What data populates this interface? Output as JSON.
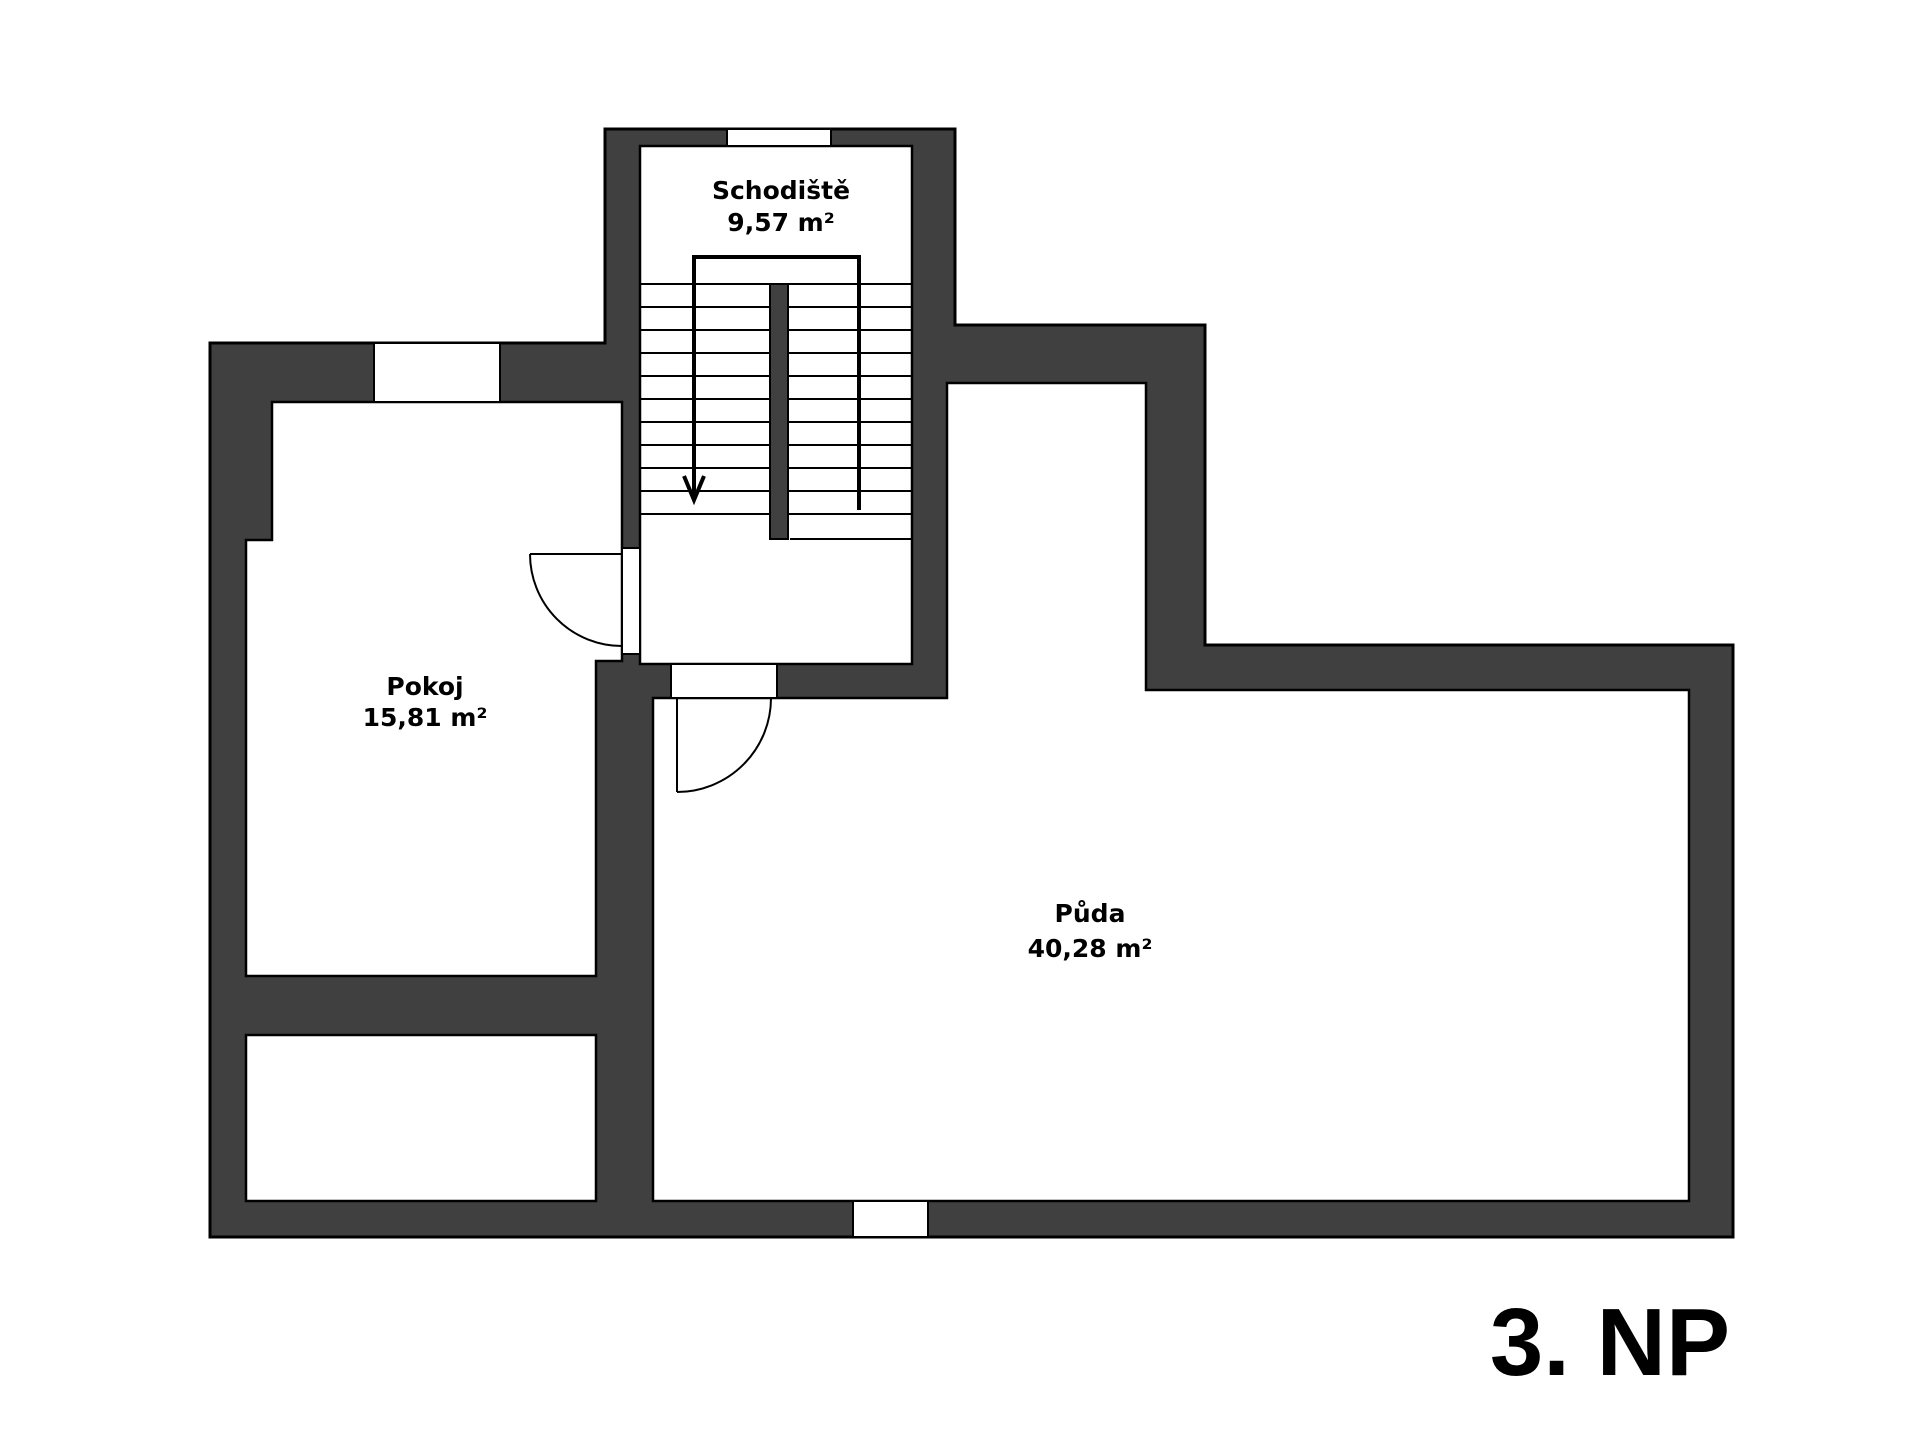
{
  "floor_label": "3. NP",
  "rooms": [
    {
      "name": "Schodiště",
      "area": "9,57 m²"
    },
    {
      "name": "Pokoj",
      "area": "15,81 m²"
    },
    {
      "name": "Půda",
      "area": "40,28 m²"
    }
  ],
  "colors": {
    "wall": "#404040",
    "wall_outline": "#000000",
    "floor": "#ffffff",
    "line": "#000000"
  }
}
